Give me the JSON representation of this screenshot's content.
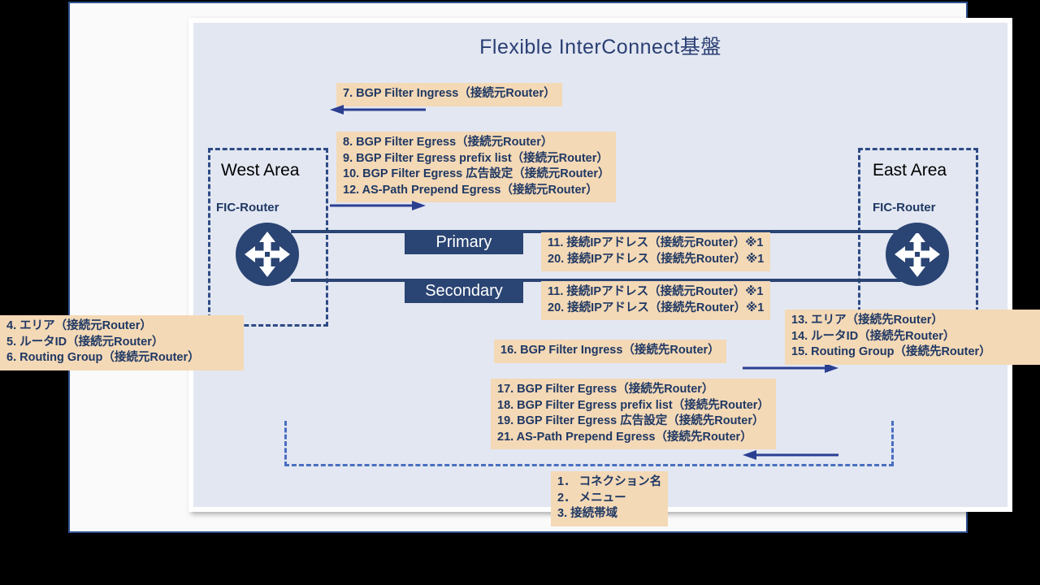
{
  "panel": {
    "title": "Flexible InterConnect基盤"
  },
  "areas": {
    "west": {
      "title": "West Area",
      "router_label": "FIC-Router",
      "router_icon": "router-icon"
    },
    "east": {
      "title": "East Area",
      "router_label": "FIC-Router",
      "router_icon": "router-icon"
    }
  },
  "links": {
    "primary": "Primary",
    "secondary": "Secondary"
  },
  "callouts": {
    "ingress_src": {
      "lines": [
        "7. BGP Filter Ingress（接続元Router）"
      ]
    },
    "egress_src": {
      "lines": [
        "8. BGP Filter Egress（接続元Router）",
        "9. BGP Filter Egress prefix list（接続元Router）",
        "10. BGP Filter Egress 広告設定（接続元Router）",
        "12. AS-Path Prepend Egress（接続元Router）"
      ]
    },
    "ip_primary": {
      "lines": [
        "11. 接続IPアドレス（接続元Router）※1",
        "20. 接続IPアドレス（接続先Router）※1"
      ]
    },
    "ip_secondary": {
      "lines": [
        "11. 接続IPアドレス（接続元Router）※1",
        "20. 接続IPアドレス（接続先Router）※1"
      ]
    },
    "left_src": {
      "lines": [
        "4. エリア（接続元Router）",
        "5. ルータID（接続元Router）",
        "6. Routing Group（接続元Router）"
      ]
    },
    "right_dst": {
      "lines": [
        "13. エリア（接続先Router）",
        "14. ルータID（接続先Router）",
        "15. Routing Group（接続先Router）"
      ]
    },
    "ingress_dst": {
      "lines": [
        "16. BGP Filter Ingress（接続先Router）"
      ]
    },
    "egress_dst": {
      "lines": [
        "17. BGP Filter Egress（接続先Router）",
        "18. BGP Filter Egress prefix list（接続先Router）",
        "19. BGP Filter Egress 広告設定（接続先Router）",
        "21. AS-Path Prepend Egress（接続先Router）"
      ]
    },
    "connection_info": {
      "lines": [
        "1． コネクション名",
        "2． メニュー",
        "3. 接続帯域"
      ]
    }
  },
  "arrows": {
    "ingress_src_arrow": "arrow-left-icon",
    "egress_src_arrow": "arrow-right-icon",
    "ingress_dst_arrow": "arrow-right-icon",
    "egress_dst_arrow": "arrow-left-icon"
  },
  "colors": {
    "panel_bg": "#e3e7f2",
    "callout_bg": "#f4d9b6",
    "navy_text": "#1f3864",
    "navy_fill": "#2a4473",
    "dashed_border": "#2d4b86",
    "arrow": "#2b3f91",
    "slide_border": "#2e4f8f"
  }
}
